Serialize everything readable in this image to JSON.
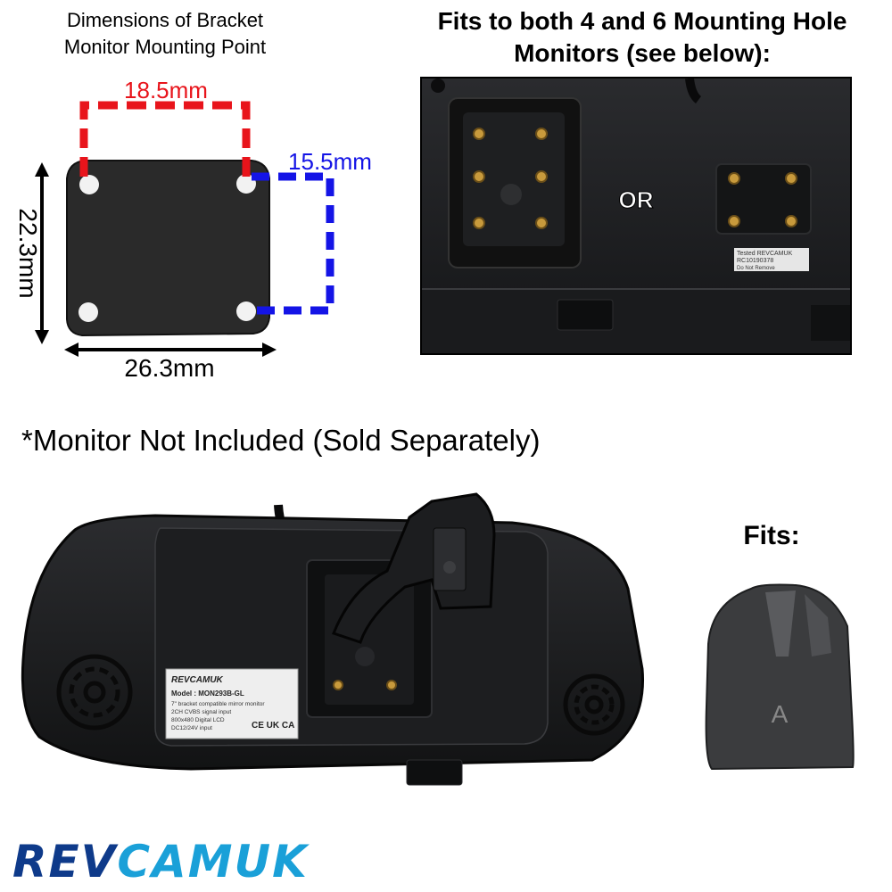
{
  "dimensions": {
    "title_line1": "Dimensions of Bracket",
    "title_line2": "Monitor Mounting Point",
    "width_top": "18.5mm",
    "depth_side": "15.5mm",
    "height": "22.3mm",
    "width_bottom": "26.3mm",
    "colors": {
      "red": "#e8141b",
      "blue": "#1414e6",
      "plate": "#2a2a2a"
    }
  },
  "fits_both": {
    "title_line1": "Fits to both 4 and 6 Mounting Hole",
    "title_line2": "Monitors (see below):",
    "or_text": "OR",
    "label_line1": "Tested REVCAMUK",
    "label_line2": "RC10190378",
    "label_line3": "Do Not Remove"
  },
  "banner": {
    "text": "*Monitor Not Included (Sold Separately)"
  },
  "monitor_label": {
    "brand": "REVCAMUK",
    "model": "Model : MON293B-GL",
    "line1": "7\" bracket compatible mirror monitor",
    "line2": "2CH CVBS signal input",
    "line3": "800x480 Digital LCD",
    "line4": "DC12/24V input",
    "marks": "CE UK CA"
  },
  "fits_mount": {
    "label": "Fits:",
    "letter": "A"
  },
  "brand": {
    "part1": "REV",
    "part2": "CAMUK"
  }
}
